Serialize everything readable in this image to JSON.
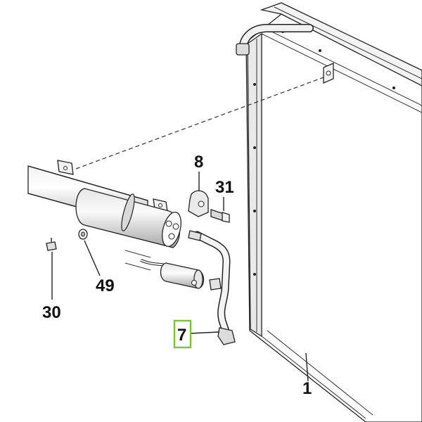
{
  "diagram": {
    "callouts": {
      "c1": "1",
      "c7": "7",
      "c8": "8",
      "c30": "30",
      "c31": "31",
      "c49": "49"
    },
    "highlight_color": "#7dc242",
    "line_color": "#222222"
  }
}
